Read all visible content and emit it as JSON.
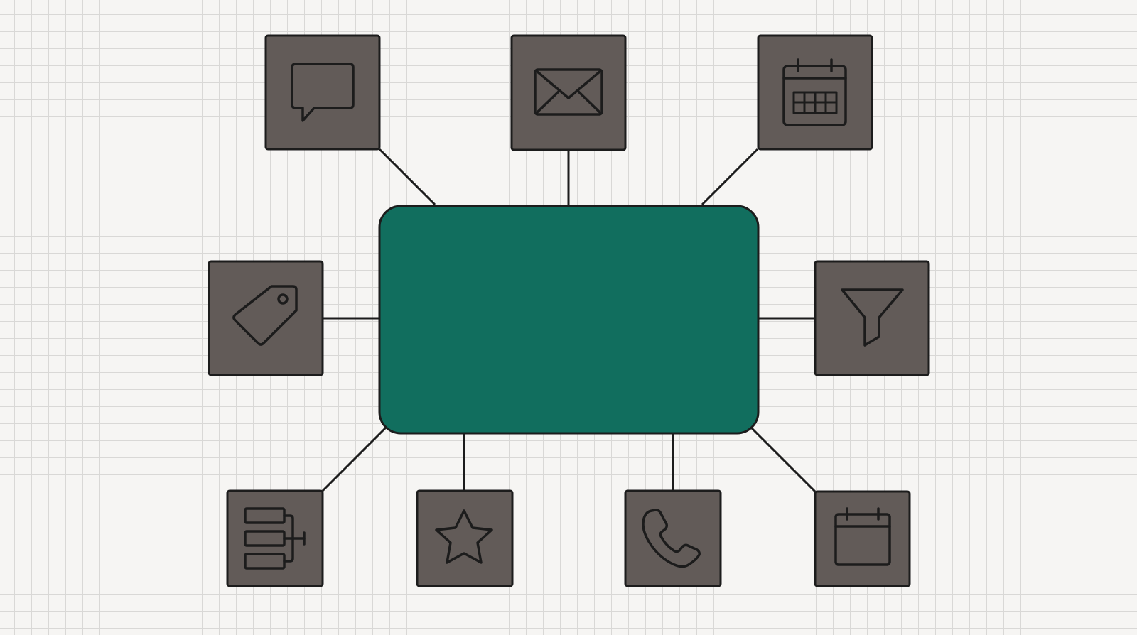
{
  "diagram": {
    "type": "hub-and-spoke",
    "colors": {
      "background": "#f6f5f3",
      "grid": "#d9d8d6",
      "hub": "#116e5e",
      "node": "#625b58",
      "outline": "#1c1c1c"
    },
    "hub": {
      "label": ""
    },
    "nodes": [
      {
        "icon": "chat-bubble-icon",
        "group": "top"
      },
      {
        "icon": "envelope-icon",
        "group": "top"
      },
      {
        "icon": "calendar-grid-icon",
        "group": "top"
      },
      {
        "icon": "tag-icon",
        "group": "left"
      },
      {
        "icon": "filter-funnel-icon",
        "group": "right"
      },
      {
        "icon": "hierarchy-list-icon",
        "group": "bottom"
      },
      {
        "icon": "star-icon",
        "group": "bottom"
      },
      {
        "icon": "phone-icon",
        "group": "bottom"
      },
      {
        "icon": "calendar-icon",
        "group": "bottom"
      }
    ]
  }
}
